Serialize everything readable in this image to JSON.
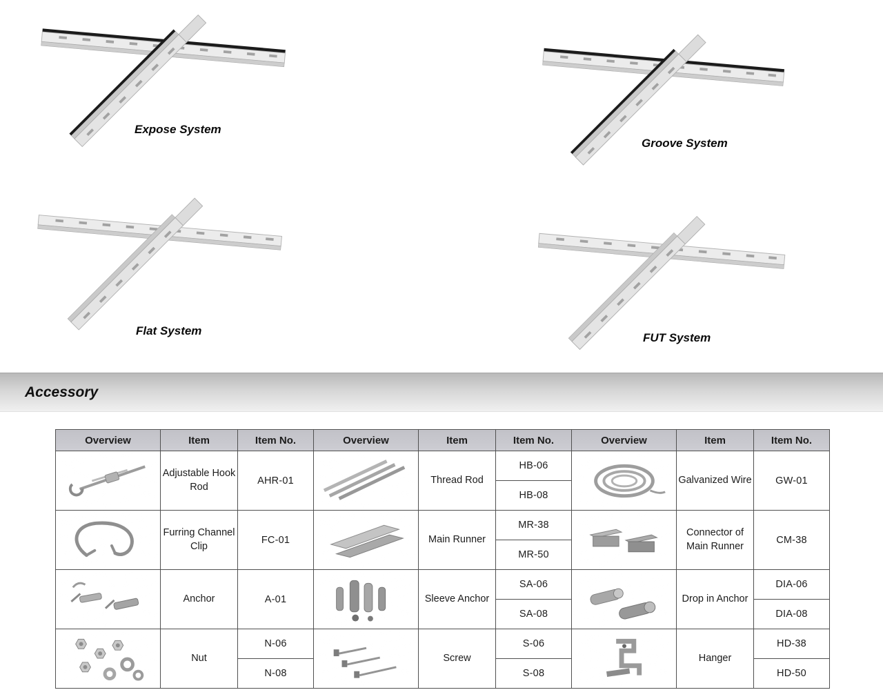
{
  "systems": [
    {
      "label": "Expose System"
    },
    {
      "label": "Groove System"
    },
    {
      "label": "Flat System"
    },
    {
      "label": "FUT System"
    }
  ],
  "accessory": {
    "title": "Accessory",
    "table": {
      "headers": [
        "Overview",
        "Item",
        "Item No."
      ],
      "groups": [
        {
          "rows": [
            {
              "item": "Adjustable Hook Rod",
              "icon": "adjustable-hook-rod",
              "nos": [
                "AHR-01"
              ]
            },
            {
              "item": "Furring Channel Clip",
              "icon": "furring-channel-clip",
              "nos": [
                "FC-01"
              ]
            },
            {
              "item": "Anchor",
              "icon": "anchor",
              "nos": [
                "A-01"
              ]
            },
            {
              "item": "Nut",
              "icon": "nut",
              "nos": [
                "N-06",
                "N-08"
              ]
            }
          ]
        },
        {
          "rows": [
            {
              "item": "Thread Rod",
              "icon": "thread-rod",
              "nos": [
                "HB-06",
                "HB-08"
              ]
            },
            {
              "item": "Main Runner",
              "icon": "main-runner",
              "nos": [
                "MR-38",
                "MR-50"
              ]
            },
            {
              "item": "Sleeve Anchor",
              "icon": "sleeve-anchor",
              "nos": [
                "SA-06",
                "SA-08"
              ]
            },
            {
              "item": "Screw",
              "icon": "screw",
              "nos": [
                "S-06",
                "S-08"
              ]
            }
          ]
        },
        {
          "rows": [
            {
              "item": "Galvanized Wire",
              "icon": "galvanized-wire",
              "nos": [
                "GW-01"
              ]
            },
            {
              "item": "Connector of Main Runner",
              "icon": "connector-of-main-runner",
              "nos": [
                "CM-38"
              ]
            },
            {
              "item": "Drop in Anchor",
              "icon": "drop-in-anchor",
              "nos": [
                "DIA-06",
                "DIA-08"
              ]
            },
            {
              "item": "Hanger",
              "icon": "hanger",
              "nos": [
                "HD-38",
                "HD-50"
              ]
            }
          ]
        }
      ]
    }
  }
}
